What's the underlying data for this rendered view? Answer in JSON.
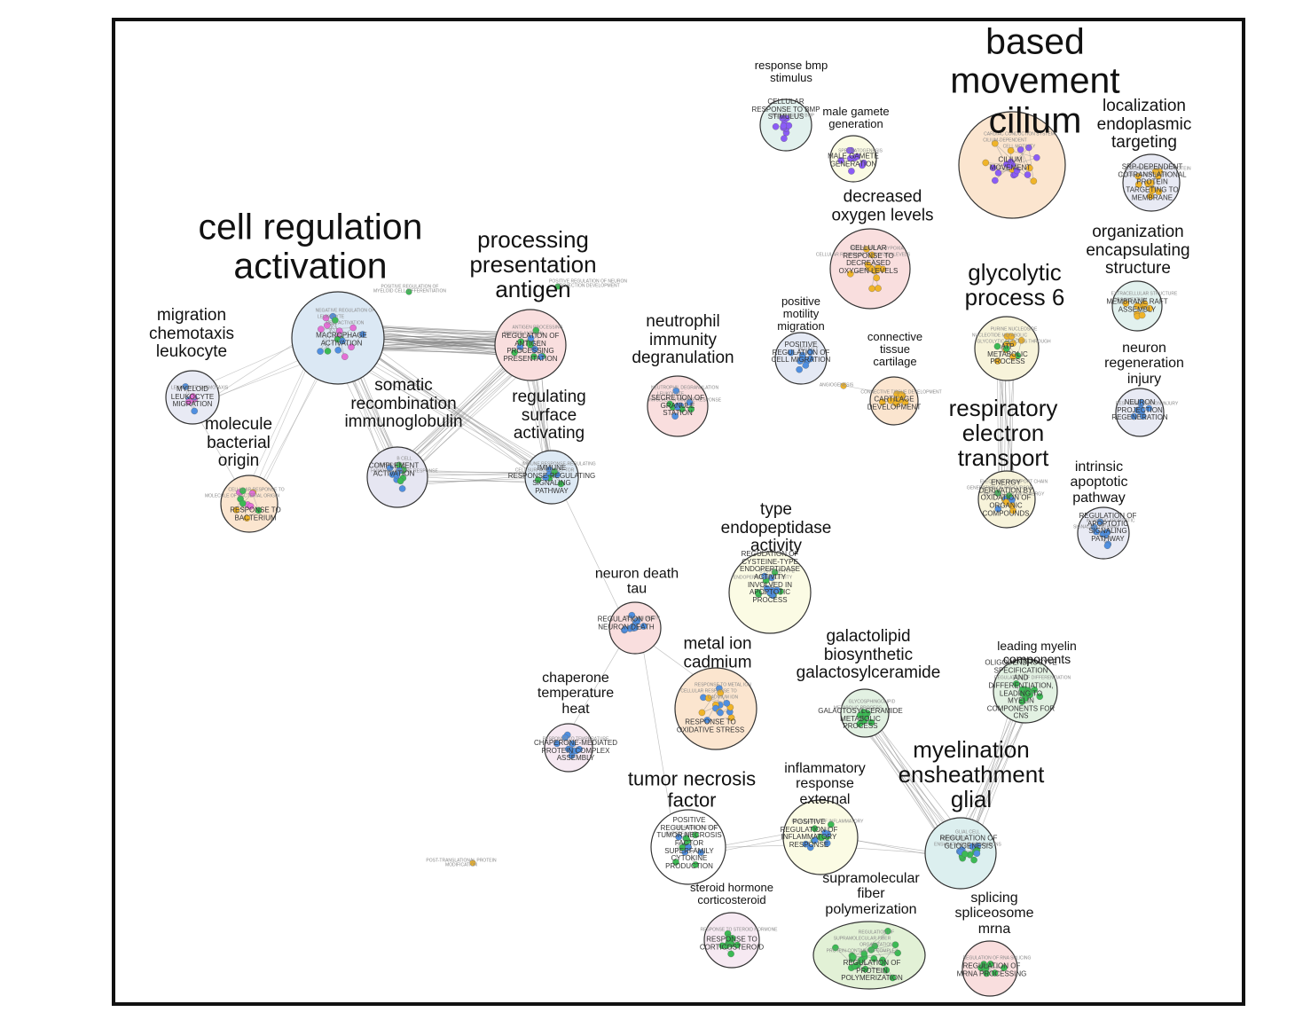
{
  "colors": {
    "edge": "#8c8c8c",
    "cluster_stroke": "#333333",
    "node_palette": [
      "#4f8fe0",
      "#3cba54",
      "#e36fd6",
      "#8b5cf6",
      "#f0b429"
    ]
  },
  "clusters": [
    {
      "id": "c1",
      "title": "cell regulation\nactivation",
      "title_size": "big",
      "inner": "MACROPHAGE\nACTIVATION",
      "fill": "#dbe8f4",
      "palette": [
        0,
        1,
        2,
        2
      ],
      "minor": [
        "NEGATIVE REGULATION OF",
        "LEUKOCYTE",
        "CELL ACTIVATION"
      ]
    },
    {
      "id": "c2",
      "title": "processing\npresentation\nantigen",
      "title_size": "mid",
      "inner": "REGULATION OF\nANTIGEN\nPROCESSING\nPRESENTATION",
      "fill": "#f9dede",
      "palette": [
        0,
        1,
        1
      ],
      "minor": [
        "ANTIGEN PROCESSING",
        "PEPTIDE ANTIGEN"
      ]
    },
    {
      "id": "c3",
      "title": "migration\nchemotaxis\nleukocyte",
      "title_size": "sml",
      "inner": "MYELOID\nLEUKOCYTE\nMIGRATION",
      "fill": "#e8eaf4",
      "palette": [
        0,
        2
      ],
      "minor": [
        "LEUKOCYTE CHEMOTAXIS"
      ]
    },
    {
      "id": "c4",
      "title": "molecule\nbacterial\norigin",
      "title_size": "sml",
      "inner": "RESPONSE TO\nBACTERIUM",
      "fill": "#fbe5cf",
      "palette": [
        2,
        1,
        4
      ],
      "minor": [
        "CELLULAR RESPONSE TO",
        "MOLECULE OF BACTERIAL ORIGIN"
      ]
    },
    {
      "id": "c5",
      "title": "somatic\nrecombination\nimmunoglobulin",
      "title_size": "sml",
      "inner": "COMPLEMENT\nACTIVATION",
      "fill": "#e6e6f2",
      "palette": [
        0,
        1
      ],
      "minor": [
        "B CELL",
        "LYMPHOCYTE",
        "HUMORAL IMMUNE RESPONSE"
      ]
    },
    {
      "id": "c6",
      "title": "regulating\nsurface\nactivating",
      "title_size": "sml",
      "inner": "IMMUNE\nRESPONSE-REGULATING\nSIGNALING\nPATHWAY",
      "fill": "#dde9f4",
      "palette": [
        0,
        1
      ],
      "minor": [
        "IMMUNE RESPONSE-REGULATING",
        "CELL SURFACE RECEPTOR"
      ]
    },
    {
      "id": "c7",
      "title": "neutrophil\nimmunity\ndegranulation",
      "title_size": "sml",
      "inner": "SECRETION OF\nGRANULE\nSTATION",
      "fill": "#f9dede",
      "palette": [
        0,
        1
      ],
      "minor": [
        "NEUTROPHIL DEGRANULATION",
        "LEUKOCYTE",
        "INVOLVED IN IMMUNE RESPONSE"
      ]
    },
    {
      "id": "c8",
      "title": "response bmp\nstimulus",
      "title_size": "tiny13",
      "inner": "CELLULAR\nRESPONSE TO BMP\nSTIMULUS",
      "fill": "#e2f1ee",
      "palette": [
        3
      ],
      "minor": [
        "RESPONSE TO BMP"
      ]
    },
    {
      "id": "c9",
      "title": "male gamete\ngeneration",
      "title_size": "tiny13",
      "inner": "MALE GAMETE\nGENERATION",
      "fill": "#fbfbe4",
      "palette": [
        3
      ],
      "minor": [
        "SPERMATOGENESIS"
      ]
    },
    {
      "id": "c10",
      "title": "based movement\ncilium",
      "title_size": "big",
      "inner": "CILIUM\nMOVEMENT",
      "fill": "#fbe5cf",
      "palette": [
        3,
        3,
        4
      ],
      "minor": [
        "CARDIAC CONDUCTION SYSTEM",
        "CILIUM-DEPENDENT",
        "CELL MOTILITY"
      ]
    },
    {
      "id": "c11",
      "title": "localization\nendoplasmic\ntargeting",
      "title_size": "sml",
      "inner": "SRP-DEPENDENT\nCOTRANSLATIONAL\nPROTEIN\nTARGETING TO\nMEMBRANE",
      "fill": "#e8eaf4",
      "palette": [
        4,
        4
      ],
      "minor": [
        "ESTABLISHMENT OF PROTEIN",
        "LOCALIZATION TO ER"
      ]
    },
    {
      "id": "c12",
      "title": "decreased\noxygen levels",
      "title_size": "sml",
      "inner": "CELLULAR\nRESPONSE TO\nDECREASED\nOXYGEN LEVELS",
      "fill": "#f9dede",
      "palette": [
        4,
        4
      ],
      "minor": [
        "RESPONSE TO HYPOXIA",
        "CELLULAR RESPONSE TO OXYGEN LEVELS"
      ]
    },
    {
      "id": "c13",
      "title": "organization\nencapsulating\nstructure",
      "title_size": "sml",
      "inner": "MEMBRANE RAFT\nASSEMBLY",
      "fill": "#e2f1ee",
      "palette": [
        4
      ],
      "minor": [
        "EXTRACELLULAR STRUCTURE",
        "ORGANIZATION"
      ]
    },
    {
      "id": "c14",
      "title": "glycolytic\nprocess 6",
      "title_size": "mid",
      "inner": "ATP\nMETABOLIC\nPROCESS",
      "fill": "#f7f3da",
      "palette": [
        4,
        4,
        1
      ],
      "minor": [
        "PURINE NUCLEOSIDE",
        "NUCLEOTIDE METABOLIC",
        "GLYCOLYTIC PROCESS THROUGH"
      ]
    },
    {
      "id": "c15",
      "title": "positive\nmotility\nmigration",
      "title_size": "tiny13",
      "inner": "POSITIVE\nREGULATION OF\nCELL MIGRATION",
      "fill": "#e4e9f4",
      "palette": [
        0
      ],
      "minor": [
        "MOTILITY"
      ]
    },
    {
      "id": "c16",
      "title": "connective\ntissue\ncartilage",
      "title_size": "tiny13",
      "inner": "CARTILAGE\nDEVELOPMENT",
      "fill": "#fbe5cf",
      "palette": [
        4
      ],
      "minor": [
        "CONNECTIVE TISSUE DEVELOPMENT"
      ]
    },
    {
      "id": "c17",
      "title": "neuron\nregeneration\ninjury",
      "title_size": "sml15",
      "inner": "NEURON\nPROJECTION\nREGENERATION",
      "fill": "#e8eaf4",
      "palette": [
        0
      ],
      "minor": [
        "RESPONSE TO AXON INJURY"
      ]
    },
    {
      "id": "c18",
      "title": "respiratory\nelectron\ntransport",
      "title_size": "mid",
      "inner": "ENERGY\nDERIVATION BY\nOXIDATION OF\nORGANIC\nCOMPOUNDS",
      "fill": "#f7f3da",
      "palette": [
        0,
        4,
        1
      ],
      "minor": [
        "ELECTRON TRANSPORT CHAIN",
        "GENERATION OF PRECURSOR",
        "METABOLITES AND ENERGY"
      ]
    },
    {
      "id": "c19",
      "title": "intrinsic\napoptotic\npathway",
      "title_size": "sml15",
      "inner": "REGULATION OF\nAPOPTOTIC\nSIGNALING\nPATHWAY",
      "fill": "#e8eaf4",
      "palette": [
        0
      ],
      "minor": [
        "INTRINSIC APOPTOTIC",
        "SIGNALING PATHWAY"
      ]
    },
    {
      "id": "c20",
      "title": "type\nendopeptidase\nactivity",
      "title_size": "sml",
      "inner": "REGULATION OF\nCYSTEINE-TYPE\nENDOPEPTIDASE\nACTIVITY\nINVOLVED IN\nAPOPTOTIC\nPROCESS",
      "fill": "#fbfbe4",
      "palette": [
        0,
        1
      ],
      "minor": [
        "CYSTEINE-TYPE",
        "ENDOPEPTIDASE ACTIVITY"
      ]
    },
    {
      "id": "c21",
      "title": "neuron death\ntau",
      "title_size": "sml15",
      "inner": "REGULATION OF\nNEURON DEATH",
      "fill": "#f9dede",
      "palette": [
        0
      ],
      "minor": [
        "NEURON DEATH"
      ]
    },
    {
      "id": "c22",
      "title": "metal ion\ncadmium",
      "title_size": "sml",
      "inner": "RESPONSE TO\nOXIDATIVE STRESS",
      "fill": "#fbe5cf",
      "palette": [
        0,
        4
      ],
      "minor": [
        "RESPONSE TO METAL ION",
        "CELLULAR RESPONSE TO",
        "CADMIUM ION"
      ]
    },
    {
      "id": "c23",
      "title": "chaperone\ntemperature\nheat",
      "title_size": "sml15",
      "inner": "CHAPERONE-MEDIATED\nPROTEIN COMPLEX\nASSEMBLY",
      "fill": "#f6e9f2",
      "palette": [
        0
      ],
      "minor": [
        "RESPONSE TO TEMPERATURE"
      ]
    },
    {
      "id": "c24",
      "title": "galactolipid\nbiosynthetic\ngalactosylceramide",
      "title_size": "sml",
      "inner": "GALACTOSYLCERAMIDE\nMETABOLIC\nPROCESS",
      "fill": "#e2f1e2",
      "palette": [
        1
      ],
      "minor": [
        "GLYCOSPHINGOLIPID",
        "METABOLIC PROCESS"
      ]
    },
    {
      "id": "c25",
      "title": "leading myelin\ncomponents",
      "title_size": "sml13",
      "inner": "OLIGODENDROCYTE\nSPECIFICATION\nAND\nDIFFERENTIATION,\nLEADING TO\nMYELIN\nCOMPONENTS FOR\nCNS",
      "fill": "#e2f1e2",
      "palette": [
        1
      ],
      "minor": [
        "REGULATION OF DIFFERENTIATION"
      ]
    },
    {
      "id": "c26",
      "title": "myelination\nensheathment\nglial",
      "title_size": "mid",
      "inner": "REGULATION OF\nGLIOGENESIS",
      "fill": "#dcefef",
      "palette": [
        1,
        0
      ],
      "minor": [
        "GLIAL CELL",
        "ASTROCYTE",
        "ENSHEATHMENT OF NEURONS"
      ]
    },
    {
      "id": "c27",
      "title": "tumor necrosis\nfactor",
      "title_size": "mid21",
      "inner": "POSITIVE\nREGULATION OF\nTUMOR NECROSIS\nFACTOR\nSUPERFAMILY\nCYTOKINE\nPRODUCTION",
      "fill": "#ffffff",
      "palette": [
        0,
        1
      ],
      "minor": [
        "NECROSIS FACTOR",
        "SUPERFAMILY"
      ]
    },
    {
      "id": "c28",
      "title": "inflammatory\nresponse\nexternal",
      "title_size": "sml15",
      "inner": "POSITIVE\nREGULATION OF\nINFLAMMATORY\nRESPONSE",
      "fill": "#fbfbe4",
      "palette": [
        0,
        1
      ],
      "minor": [
        "REGULATION OF INFLAMMATORY"
      ]
    },
    {
      "id": "c29",
      "title": "steroid hormone\ncorticosteroid",
      "title_size": "tiny13",
      "inner": "RESPONSE TO\nCORTICOSTEROID",
      "fill": "#f6e9f2",
      "palette": [
        1
      ],
      "minor": [
        "RESPONSE TO STEROID HORMONE"
      ]
    },
    {
      "id": "c30",
      "title": "supramolecular\nfiber\npolymerization",
      "title_size": "sml15",
      "inner": "REGULATION OF\nPROTEIN\nPOLYMERIZATION",
      "fill": "#e2f1d6",
      "palette": [
        1
      ],
      "minor": [
        "REGULATION OF",
        "SUPRAMOLECULAR FIBER",
        "ORGANIZATION",
        "PROTEIN-CONTAINING COMPLEX"
      ]
    },
    {
      "id": "c31",
      "title": "splicing\nspliceosome\nmrna",
      "title_size": "sml15",
      "inner": "REGULATION OF\nMRNA PROCESSING",
      "fill": "#f9dede",
      "palette": [
        1
      ],
      "minor": [
        "REGULATION OF RNA SPLICING"
      ]
    }
  ],
  "singletons": [
    {
      "label": "POSITIVE REGULATION OF\nMYELOID CELL DIFFERENTIATION",
      "color": 1
    },
    {
      "label": "POSITIVE REGULATION OF NEURON\nPROJECTION DEVELOPMENT",
      "color": 1
    },
    {
      "label": "ANGIOGENESIS",
      "color": 4
    },
    {
      "label": "POST-TRANSLATIONAL PROTEIN\nMODIFICATION",
      "color": 4
    }
  ]
}
